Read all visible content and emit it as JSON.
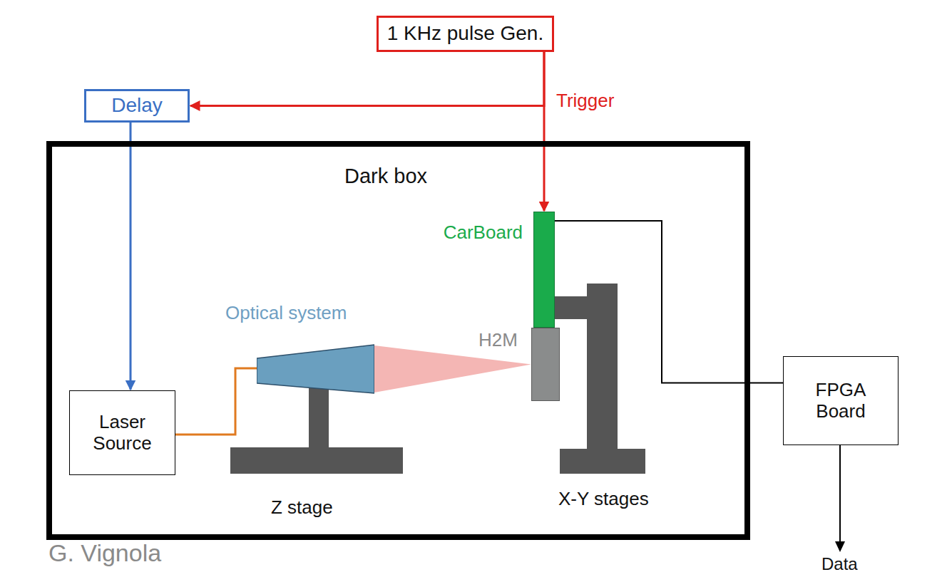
{
  "diagram": {
    "nodes": [
      {
        "text": [
          "1 KHz pulse Gen."
        ]
      },
      {
        "text": [
          "Delay"
        ]
      },
      {
        "text": [
          "Dark box"
        ]
      },
      {
        "text": [
          "CarBoard"
        ],
        "in": 2
      },
      {
        "text": [
          "Optical system"
        ],
        "in": 2
      },
      {
        "text": [
          "H2M"
        ],
        "in": 2
      },
      {
        "text": [
          "Laser Source"
        ],
        "in": 2
      },
      {
        "text": [
          "FPGA Board"
        ]
      }
    ],
    "edges": [
      {
        "from": 0,
        "to": 1,
        "arrow": "to"
      },
      {
        "from": 0,
        "to": 3,
        "arrow": "to",
        "label": "Trigger"
      },
      {
        "from": 1,
        "to": 6,
        "arrow": "to"
      },
      {
        "from": 6,
        "to": 4,
        "arrow": "none"
      },
      {
        "from": 4,
        "to": 5,
        "arrow": "none"
      },
      {
        "from": 3,
        "to": 7,
        "arrow": "none"
      }
    ],
    "labels": [
      "Z stage",
      "X-Y stages",
      "Data",
      "G. Vignola"
    ]
  }
}
